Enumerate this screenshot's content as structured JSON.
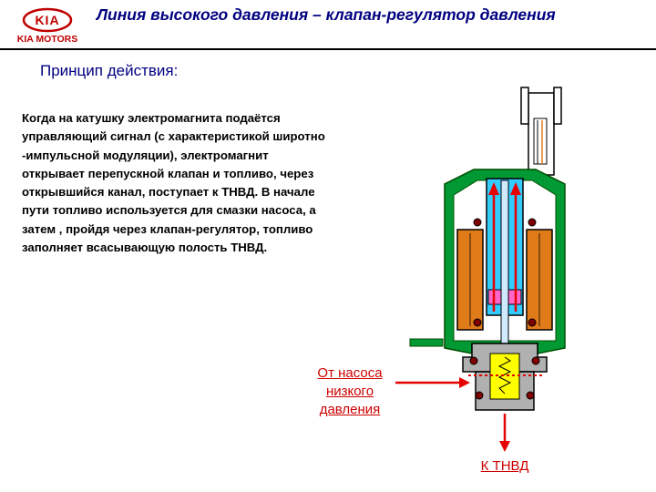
{
  "header": {
    "title": "Линия высокого давления – клапан-регулятор давления",
    "logo_text": "KIA MOTORS"
  },
  "content": {
    "subtitle": "Принцип действия:",
    "description": "Когда на катушку электромагнита подаётся\nуправляющий сигнал (с характеристикой широтно\n-импульсной модуляции), электромагнит\nоткрывает перепускной клапан и топливо, через\nоткрывшийся канал, поступает к ТНВД. В начале\nпути топливо используется для смазки насоса, а\nзатем , пройдя через клапан-регулятор, топливо\nзаполняет всасывающую полость ТНВД."
  },
  "diagram": {
    "label_in": "От насоса\nнизкого\nдавления",
    "label_out": "К ТНВД",
    "colors": {
      "housing": "#009933",
      "housing_dark": "#004d00",
      "coil": "#e07b1a",
      "armature": "#33ccff",
      "pink": "#ff66cc",
      "valve_yellow": "#ffff00",
      "arrow_red": "#e60000",
      "label_red": "#cc0000",
      "title_blue": "#000080",
      "metal": "#b0b0b0"
    }
  }
}
